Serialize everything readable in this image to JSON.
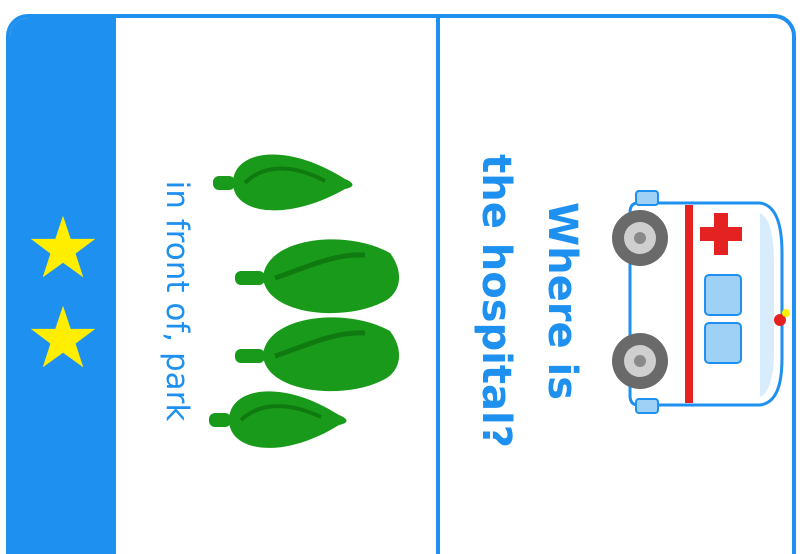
{
  "card": {
    "question_line1": "Where is",
    "question_line2": "the hospital?",
    "answer": "in front of, park",
    "stars": 2
  },
  "colors": {
    "accent": "#1e90f0",
    "star": "#ffee00",
    "tree": "#1a9a1a",
    "ambulance_cross": "#e52222"
  },
  "icons": [
    "star-icon",
    "star-icon",
    "trees-icon",
    "ambulance-icon"
  ]
}
